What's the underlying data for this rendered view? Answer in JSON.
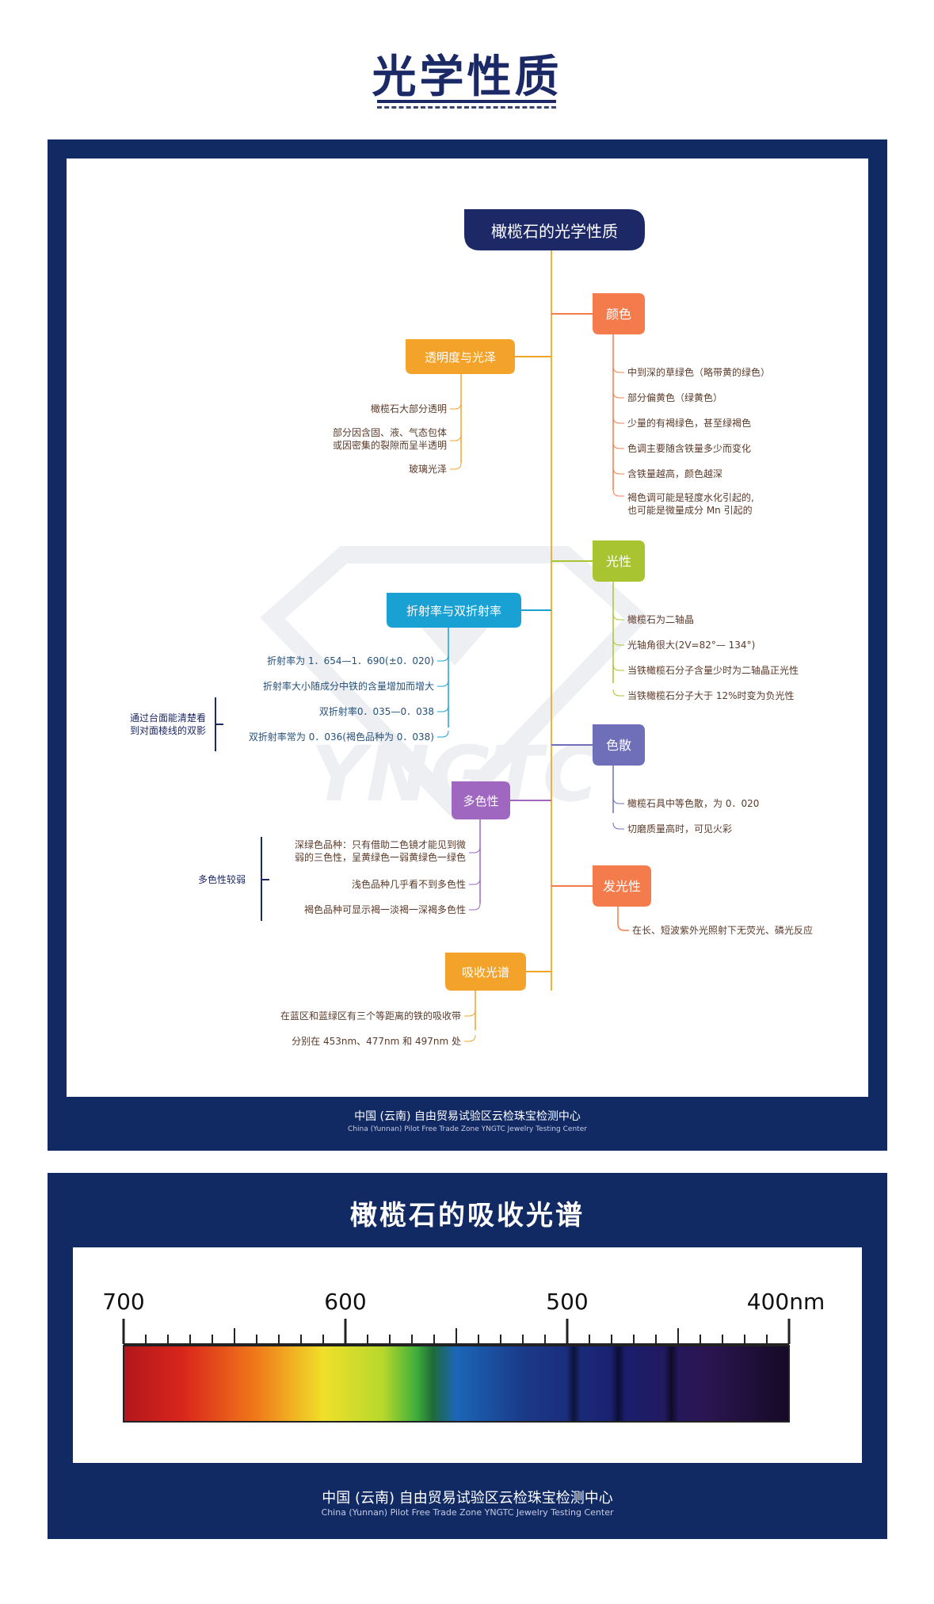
{
  "page_title": "光学性质",
  "mindmap": {
    "root": "橄榄石的光学性质",
    "branches": {
      "color": {
        "label": "颜色",
        "accent": "#f47c4c",
        "items": [
          "中到深的草绿色（略带黄的绿色）",
          "部分偏黄色（绿黄色）",
          "少量的有褐绿色，甚至绿褐色",
          "色调主要随含铁量多少而变化",
          "含铁量越高，颜色越深"
        ],
        "last_line1": "褐色调可能是轻度水化引起的,",
        "last_line2": "也可能是微量成分 Mn 引起的"
      },
      "transparency": {
        "label": "透明度与光泽",
        "accent": "#f4a32a",
        "item1": "橄榄石大部分透明",
        "item2_line1": "部分因含固、液、气态包体",
        "item2_line2": "或因密集的裂隙而呈半透明",
        "item3": "玻璃光泽"
      },
      "optic": {
        "label": "光性",
        "accent": "#a8c430",
        "items": [
          "橄榄石为二轴晶",
          "光轴角很大(2V=82°— 134°)",
          "当铁橄榄石分子含量少时为二轴晶正光性",
          "当铁橄榄石分子大于 12%时变为负光性"
        ]
      },
      "refraction": {
        "label": "折射率与双折射率",
        "accent": "#1aa1d4",
        "items": [
          "折射率为 1．654—1．690(±0．020)",
          "折射率大小随成分中铁的含量增加而增大",
          "双折射率0．035—0．038",
          "双折射率常为 0．036(褐色品种为 0．038)"
        ],
        "side_line1": "通过台面能清楚看",
        "side_line2": "到对面棱线的双影"
      },
      "dispersion": {
        "label": "色散",
        "accent": "#6e6fb8",
        "items": [
          "橄榄石具中等色散，为 0．020",
          "切磨质量高时，可见火彩"
        ]
      },
      "pleochroism": {
        "label": "多色性",
        "accent": "#a067c0",
        "item1_line1": "深绿色品种：只有借助二色镜才能见到微",
        "item1_line2": "弱的三色性，呈黄绿色一弱黄绿色一绿色",
        "item2": "浅色品种几乎看不到多色性",
        "item3": "褐色品种可显示褐一淡褐一深褐多色性",
        "side": "多色性较弱"
      },
      "luminescence": {
        "label": "发光性",
        "accent": "#f47c4c",
        "items": [
          "在长、短波紫外光照射下无荧光、磷光反应"
        ]
      },
      "absorption": {
        "label": "吸收光谱",
        "accent": "#f4a32a",
        "items": [
          "在蓝区和蓝绿区有三个等距离的铁的吸收带",
          "分别在 453nm、477nm 和 497nm 处"
        ]
      }
    },
    "colors": {
      "root_fill": "#1d2866",
      "trunk": "#f0b23a",
      "panel": "#122a63"
    }
  },
  "panel1_footer": {
    "cn": "中国 (云南) 自由贸易试验区云检珠宝检测中心",
    "en": "China (Yunnan) Pilot Free Trade Zone  YNGTC Jewelry Testing Center"
  },
  "watermark": "YNGTC",
  "spectrum": {
    "title": "橄榄石的吸收光谱",
    "scale_labels": [
      "700",
      "600",
      "500",
      "400nm"
    ],
    "range_nm": [
      700,
      400
    ],
    "absorption_bands_nm": [
      453,
      477,
      497
    ]
  },
  "panel2_footer": {
    "cn": "中国 (云南) 自由贸易试验区云检珠宝检测中心",
    "en": "China (Yunnan) Pilot Free Trade Zone  YNGTC Jewelry Testing Center"
  }
}
